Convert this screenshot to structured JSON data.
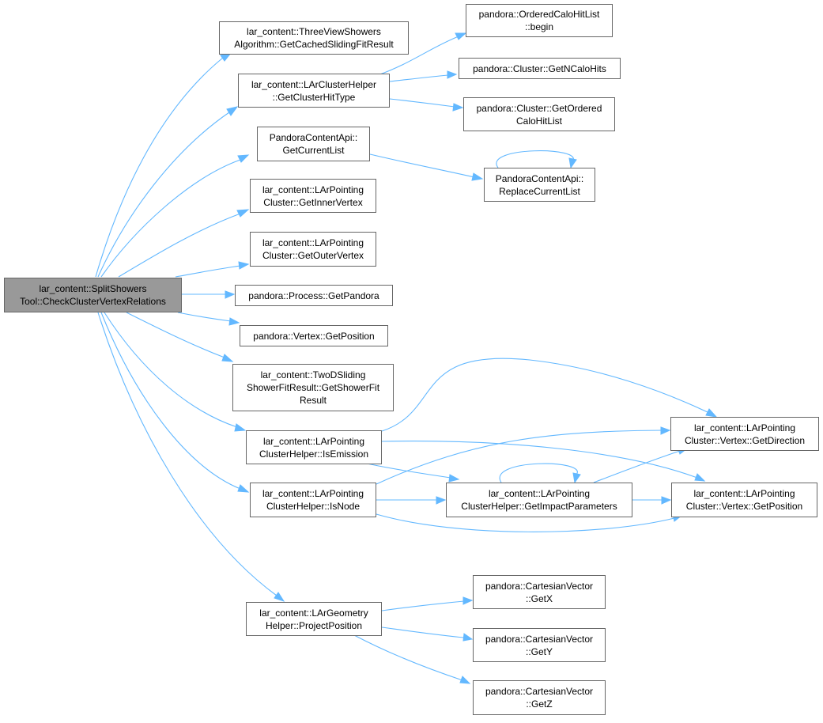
{
  "colors": {
    "edge": "#63b8ff",
    "node_border": "#666666",
    "node_fill": "#ffffff",
    "root_fill": "#999999"
  },
  "nodes": {
    "root": "lar_content::SplitShowers\nTool::CheckClusterVertexRelations",
    "get_cached_sliding_fit": "lar_content::ThreeViewShowers\nAlgorithm::GetCachedSlidingFitResult",
    "get_cluster_hit_type": "lar_content::LArClusterHelper\n::GetClusterHitType",
    "ordered_calo_hit_list_begin": "pandora::OrderedCaloHitList\n::begin",
    "cluster_get_n_calo_hits": "pandora::Cluster::GetNCaloHits",
    "cluster_get_ordered_calo_hit_list": "pandora::Cluster::GetOrdered\nCaloHitList",
    "get_current_list": "PandoraContentApi::\nGetCurrentList",
    "replace_current_list": "PandoraContentApi::\nReplaceCurrentList",
    "get_inner_vertex": "lar_content::LArPointing\nCluster::GetInnerVertex",
    "get_outer_vertex": "lar_content::LArPointing\nCluster::GetOuterVertex",
    "process_get_pandora": "pandora::Process::GetPandora",
    "vertex_get_position": "pandora::Vertex::GetPosition",
    "get_shower_fit_result": "lar_content::TwoDSliding\nShowerFitResult::GetShowerFit\nResult",
    "is_emission": "lar_content::LArPointing\nClusterHelper::IsEmission",
    "is_node": "lar_content::LArPointing\nClusterHelper::IsNode",
    "get_impact_parameters": "lar_content::LArPointing\nClusterHelper::GetImpactParameters",
    "pointing_vertex_get_direction": "lar_content::LArPointing\nCluster::Vertex::GetDirection",
    "pointing_vertex_get_position": "lar_content::LArPointing\nCluster::Vertex::GetPosition",
    "project_position": "lar_content::LArGeometry\nHelper::ProjectPosition",
    "cartesian_get_x": "pandora::CartesianVector\n::GetX",
    "cartesian_get_y": "pandora::CartesianVector\n::GetY",
    "cartesian_get_z": "pandora::CartesianVector\n::GetZ"
  }
}
